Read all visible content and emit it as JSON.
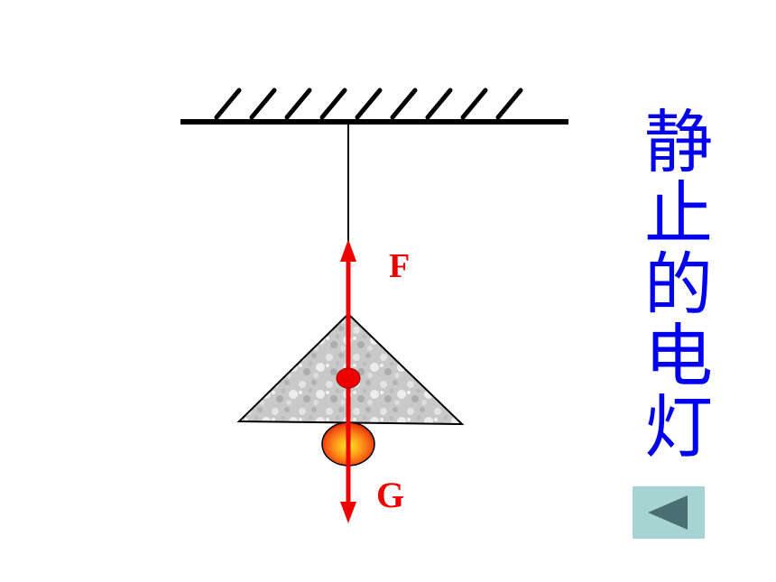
{
  "diagram": {
    "force_up_label": "F",
    "force_down_label": "G"
  },
  "caption": {
    "chars": [
      "静",
      "止",
      "的",
      "电",
      "灯"
    ]
  },
  "colors": {
    "force": "#ee0000",
    "caption": "#0000ee",
    "button_bg": "#a7d3d2",
    "button_arrow": "#4a6f73"
  },
  "icons": {
    "back": "left-triangle-icon"
  }
}
